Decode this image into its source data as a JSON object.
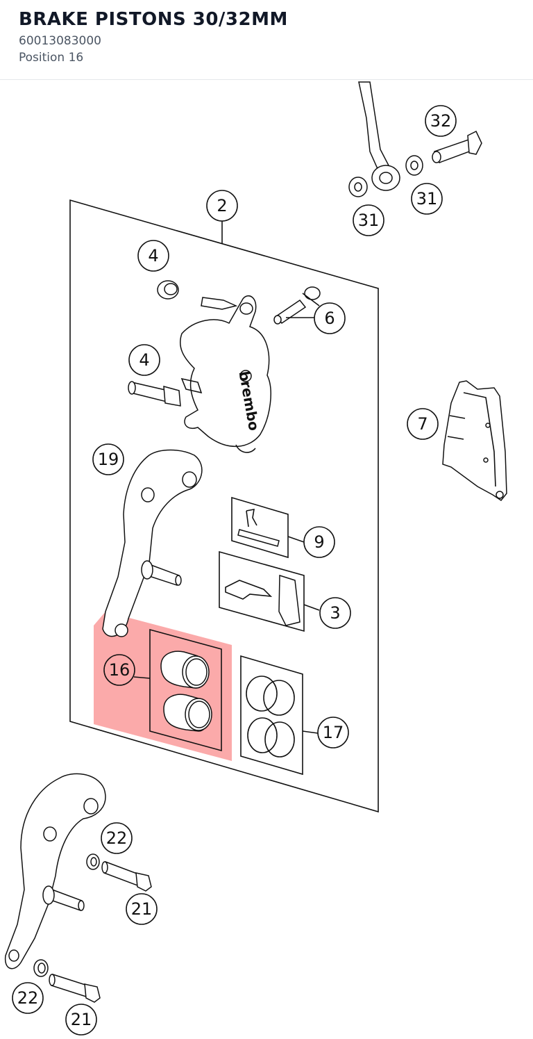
{
  "header": {
    "title": "BRAKE PISTONS 30/32MM",
    "part_number": "60013083000",
    "position": "Position 16"
  },
  "diagram": {
    "highlight_color": "#f87171",
    "callouts": {
      "c2": "2",
      "c3": "3",
      "c4a": "4",
      "c4b": "4",
      "c6": "6",
      "c7": "7",
      "c9": "9",
      "c16": "16",
      "c17": "17",
      "c19": "19",
      "c21a": "21",
      "c21b": "21",
      "c22a": "22",
      "c22b": "22",
      "c31a": "31",
      "c31b": "31",
      "c32": "32"
    },
    "brand_text": "brembo",
    "selected_position": "16"
  }
}
